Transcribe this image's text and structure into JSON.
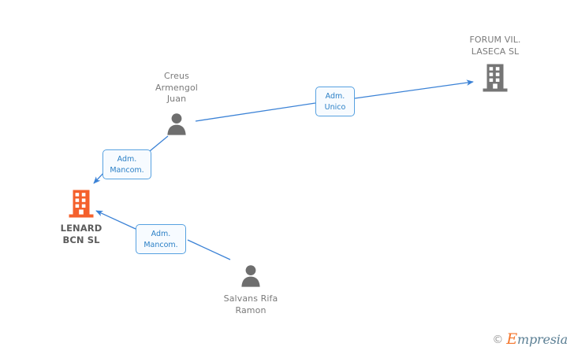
{
  "diagram": {
    "type": "corporate-relationship-graph",
    "background_color": "#ffffff",
    "edge_color": "#3b82d6",
    "focus_color": "#f4602c",
    "node_gray": "#757575",
    "text_gray": "#7a7a7a"
  },
  "nodes": [
    {
      "id": "creus",
      "kind": "person",
      "icon": "person-icon",
      "label": "Creus\nArmengol\nJuan",
      "label_position": "above"
    },
    {
      "id": "forum",
      "kind": "company",
      "icon": "building-icon",
      "label": "FORUM VIL.\nLASECA SL",
      "label_position": "above",
      "color": "#757575"
    },
    {
      "id": "lenard",
      "kind": "company",
      "icon": "building-icon",
      "label": "LENARD\nBCN SL",
      "label_position": "below",
      "color": "#f4602c",
      "focus": true
    },
    {
      "id": "salvans",
      "kind": "person",
      "icon": "person-icon",
      "label": "Salvans Rifa\nRamon",
      "label_position": "below"
    }
  ],
  "edges": [
    {
      "id": "edge-creus-forum",
      "from": "creus",
      "to": "forum",
      "label": "Adm.\nUnico",
      "arrow": "to"
    },
    {
      "id": "edge-creus-lenard",
      "from": "creus",
      "to": "lenard",
      "label": "Adm.\nMancom.",
      "arrow": "to"
    },
    {
      "id": "edge-salvans-lenard",
      "from": "salvans",
      "to": "lenard",
      "label": "Adm.\nMancom.",
      "arrow": "to"
    }
  ],
  "watermark": {
    "copyright": "©",
    "brand_initial": "E",
    "brand_rest": "mpresia"
  }
}
